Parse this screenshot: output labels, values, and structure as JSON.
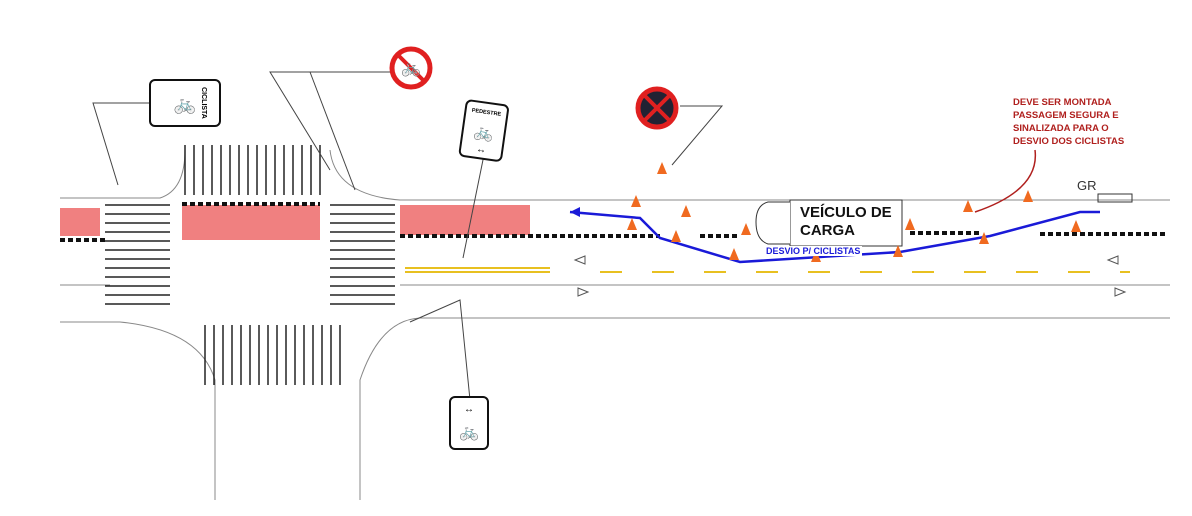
{
  "annotation": {
    "text": "DEVE SER MONTADA\nPASSAGEM SEGURA E\nSINALIZADA PARA O\nDESVIO DOS CICLISTAS",
    "color": "#b0201e"
  },
  "vehicle": {
    "label": "VEÍCULO DE\nCARGA"
  },
  "detour": {
    "label": "DESVIO P/ CICLISTAS",
    "color": "#1a1ad8"
  },
  "marker": {
    "label": "GR"
  },
  "signs": [
    {
      "type": "no-bicycles",
      "icon": "no-bicycle-icon"
    },
    {
      "type": "no-stopping",
      "icon": "no-stopping-icon"
    },
    {
      "type": "shared-path",
      "lettering": "CICLISTA"
    },
    {
      "type": "shared-path",
      "lettering": "PEDESTRE"
    }
  ],
  "colors": {
    "bike_lane": "#f08080",
    "cone": "#f06a20",
    "yellow_line": "#e8c020"
  }
}
